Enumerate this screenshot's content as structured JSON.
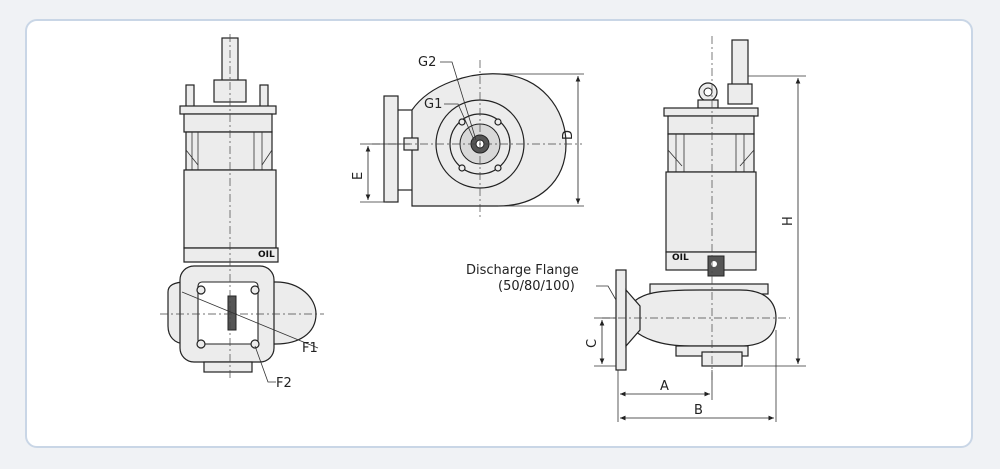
{
  "labels": {
    "g2": "G2",
    "g1": "G1",
    "d": "D",
    "e": "E",
    "h": "H",
    "f1": "F1",
    "f2": "F2",
    "c": "C",
    "a": "A",
    "b": "B",
    "oil_front": "OIL",
    "oil_side": "OIL",
    "discharge_flange": "Discharge Flange",
    "discharge_sizes": "(50/80/100)"
  },
  "colors": {
    "frame_border": "#c9d6e6",
    "line": "#222222",
    "background": "#f0f2f5"
  }
}
